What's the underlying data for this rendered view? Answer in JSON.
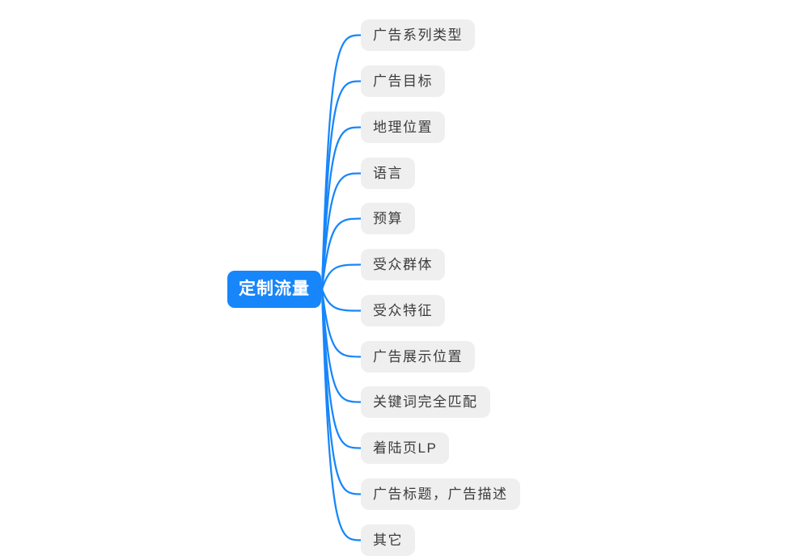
{
  "mindmap": {
    "root": {
      "label": "定制流量"
    },
    "children": [
      {
        "label": "广告系列类型"
      },
      {
        "label": "广告目标"
      },
      {
        "label": "地理位置"
      },
      {
        "label": "语言"
      },
      {
        "label": "预算"
      },
      {
        "label": "受众群体"
      },
      {
        "label": "受众特征"
      },
      {
        "label": "广告展示位置"
      },
      {
        "label": "关键词完全匹配"
      },
      {
        "label": "着陆页LP"
      },
      {
        "label": "广告标题，广告描述"
      },
      {
        "label": "其它"
      }
    ],
    "colors": {
      "root_background": "#1786FA",
      "root_text": "#FFFFFF",
      "connector": "#1786FA",
      "child_background": "#EFEFEF",
      "child_text": "#3B3B3B",
      "page_background": "#FFFFFF"
    }
  }
}
